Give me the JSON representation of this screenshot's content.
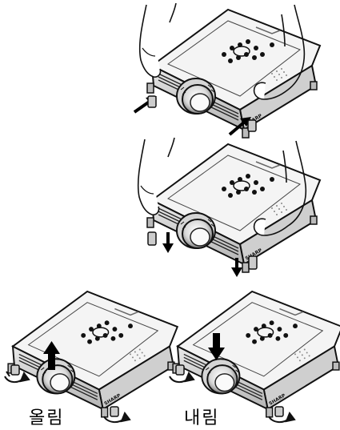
{
  "brand": "SHARP",
  "steps": [
    {
      "id": "step-1",
      "caption": ""
    },
    {
      "id": "step-2",
      "caption": ""
    }
  ],
  "labels": {
    "raise": "올림",
    "lower": "내림"
  },
  "colors": {
    "ink": "#111111",
    "body_fill": "#f2f2f2",
    "shade": "#9a9a9a",
    "arrow": "#000000"
  },
  "icons": [
    "hand-icon",
    "arrow-up-right-icon",
    "arrow-down-icon",
    "arrow-up-icon",
    "rotate-icon"
  ]
}
